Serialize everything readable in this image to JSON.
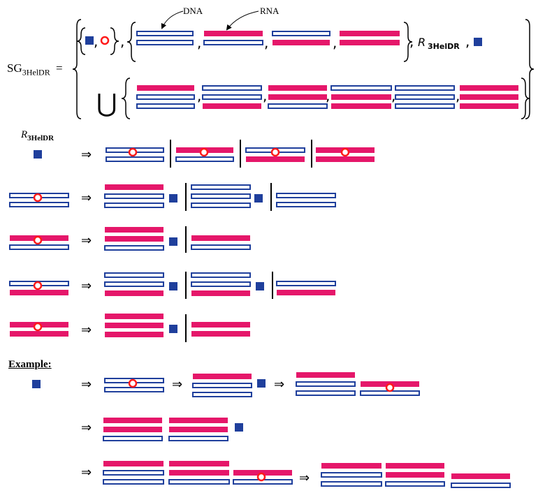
{
  "title_symbol": "SG",
  "title_subscript": "3HelDR",
  "equals": "=",
  "rule_symbol": "R",
  "rule_subscript": "3HelDR",
  "label_dna": "DNA",
  "label_rna": "RNA",
  "arrow": "⇒",
  "comma": ",",
  "union": "⋃",
  "example_title": "Example:",
  "colors": {
    "dna": "#1f3f9c",
    "rna": "#e5176a",
    "circle": "#ff1a1a",
    "square": "#1f3f9c"
  },
  "icon_names": [
    "dna-strand-icon",
    "rna-strand-icon",
    "red-circle-icon",
    "blue-square-icon",
    "implies-arrow-icon",
    "union-icon"
  ]
}
